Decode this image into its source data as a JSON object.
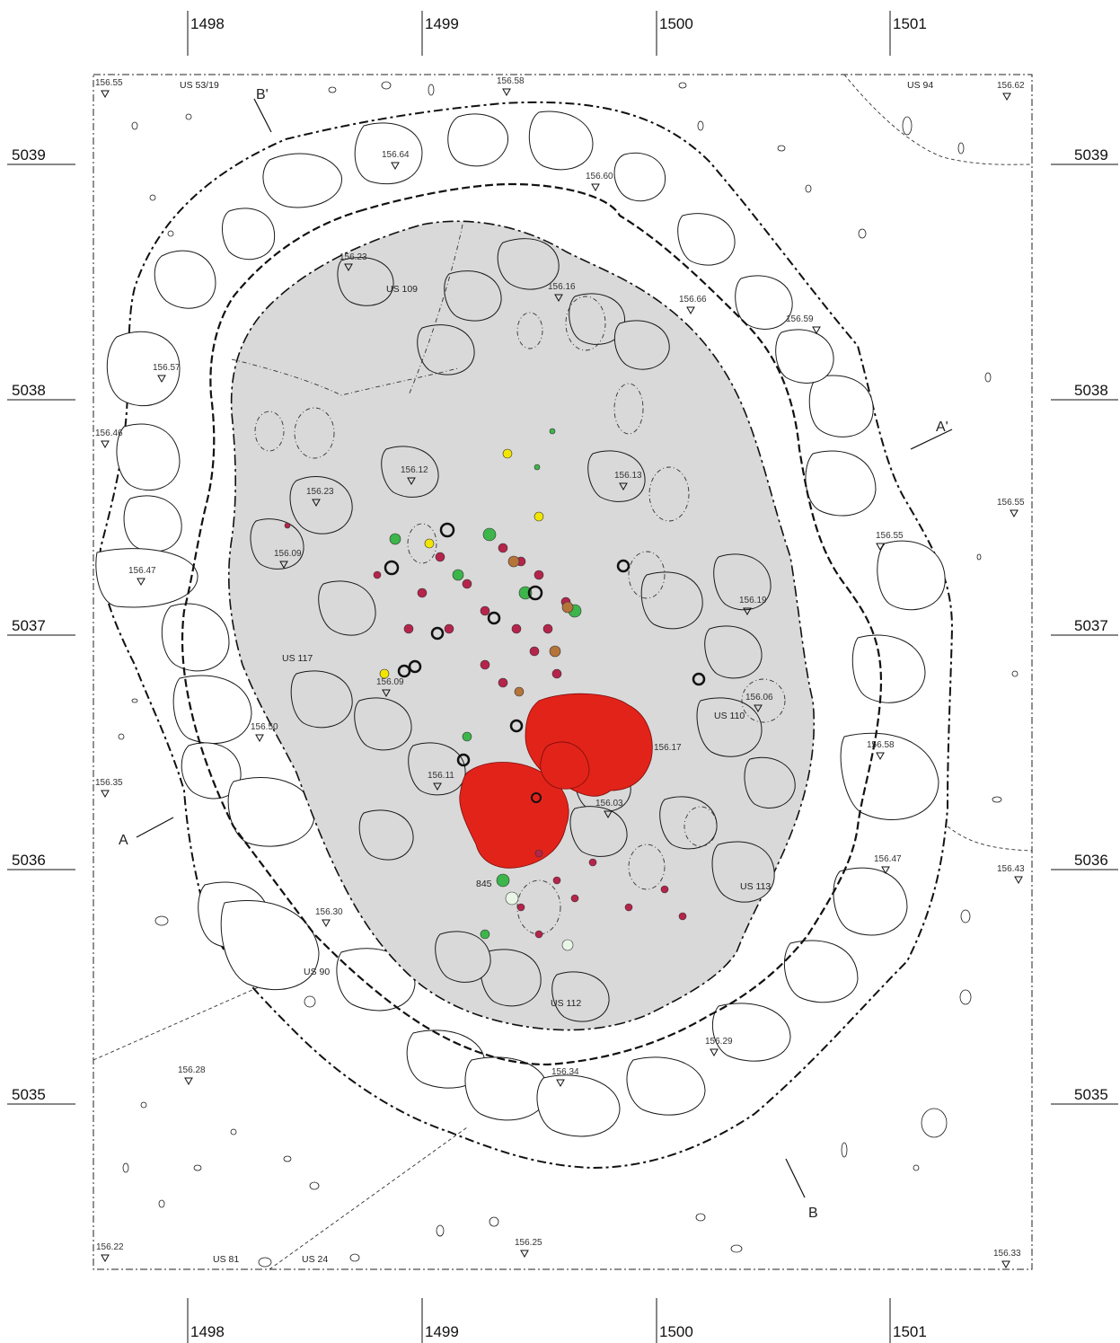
{
  "grid": {
    "x_labels": [
      "1498",
      "1499",
      "1500",
      "1501"
    ],
    "y_labels": [
      "5039",
      "5038",
      "5037",
      "5036",
      "5035"
    ]
  },
  "spot_heights": [
    "156.55",
    "156.58",
    "156.62",
    "156.64",
    "156.60",
    "156.23",
    "156.16",
    "156.66",
    "156.59",
    "156.57",
    "156.46",
    "156.12",
    "156.13",
    "156.23",
    "156.55",
    "156.55",
    "156.47",
    "156.09",
    "156.19",
    "156.06",
    "156.58",
    "156.09",
    "156.50",
    "156.17",
    "156.11",
    "156.03",
    "156.35",
    "156.47",
    "156.43",
    "156.30",
    "156.29",
    "156.28",
    "156.34",
    "156.25",
    "156.22",
    "156.33"
  ],
  "us_labels": [
    "US 53/19",
    "US 94",
    "US 109",
    "US 117",
    "US 110",
    "US 113",
    "US 90",
    "US 112",
    "US 81",
    "US 24"
  ],
  "find_label": "845",
  "sections": [
    "B",
    "B'",
    "A",
    "A'"
  ],
  "colors": {
    "fill_interior": "#d9d9d9",
    "red_mass": "#e2231a",
    "red_bead": "#b5244a",
    "green_find": "#3cb54a",
    "yellow_find": "#f2e600",
    "brown_find": "#b5743a",
    "dark_ring": "#111111"
  },
  "legend_symbols": [
    "spot-height-triangle"
  ]
}
